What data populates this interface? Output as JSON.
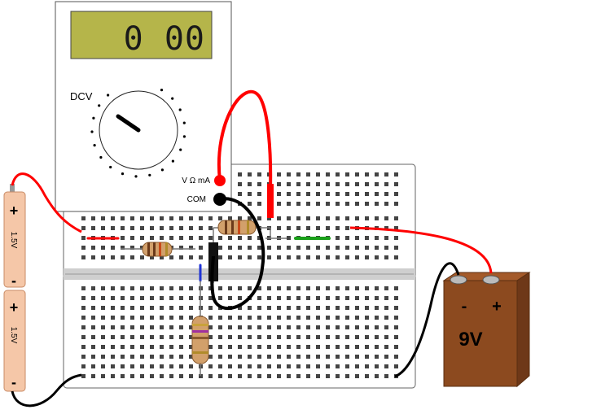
{
  "meter": {
    "display": "0 00",
    "mode_label": "DCV",
    "jack_v_label": "V Ω mA",
    "jack_com_label": "COM"
  },
  "aa_battery": {
    "plus": "+",
    "minus": "-",
    "voltage": "1.5V"
  },
  "nine_volt": {
    "minus": "-",
    "plus": "+",
    "label": "9V"
  },
  "colors": {
    "lcd": "#b5b54a",
    "wire_red": "#ff0000",
    "wire_black": "#000000",
    "wire_green": "#1aa01a",
    "wire_blue": "#1f33d6",
    "battery_9v": "#8c4a1f",
    "aa_body": "#f5c7a8",
    "resistor": "#d2a06b"
  }
}
